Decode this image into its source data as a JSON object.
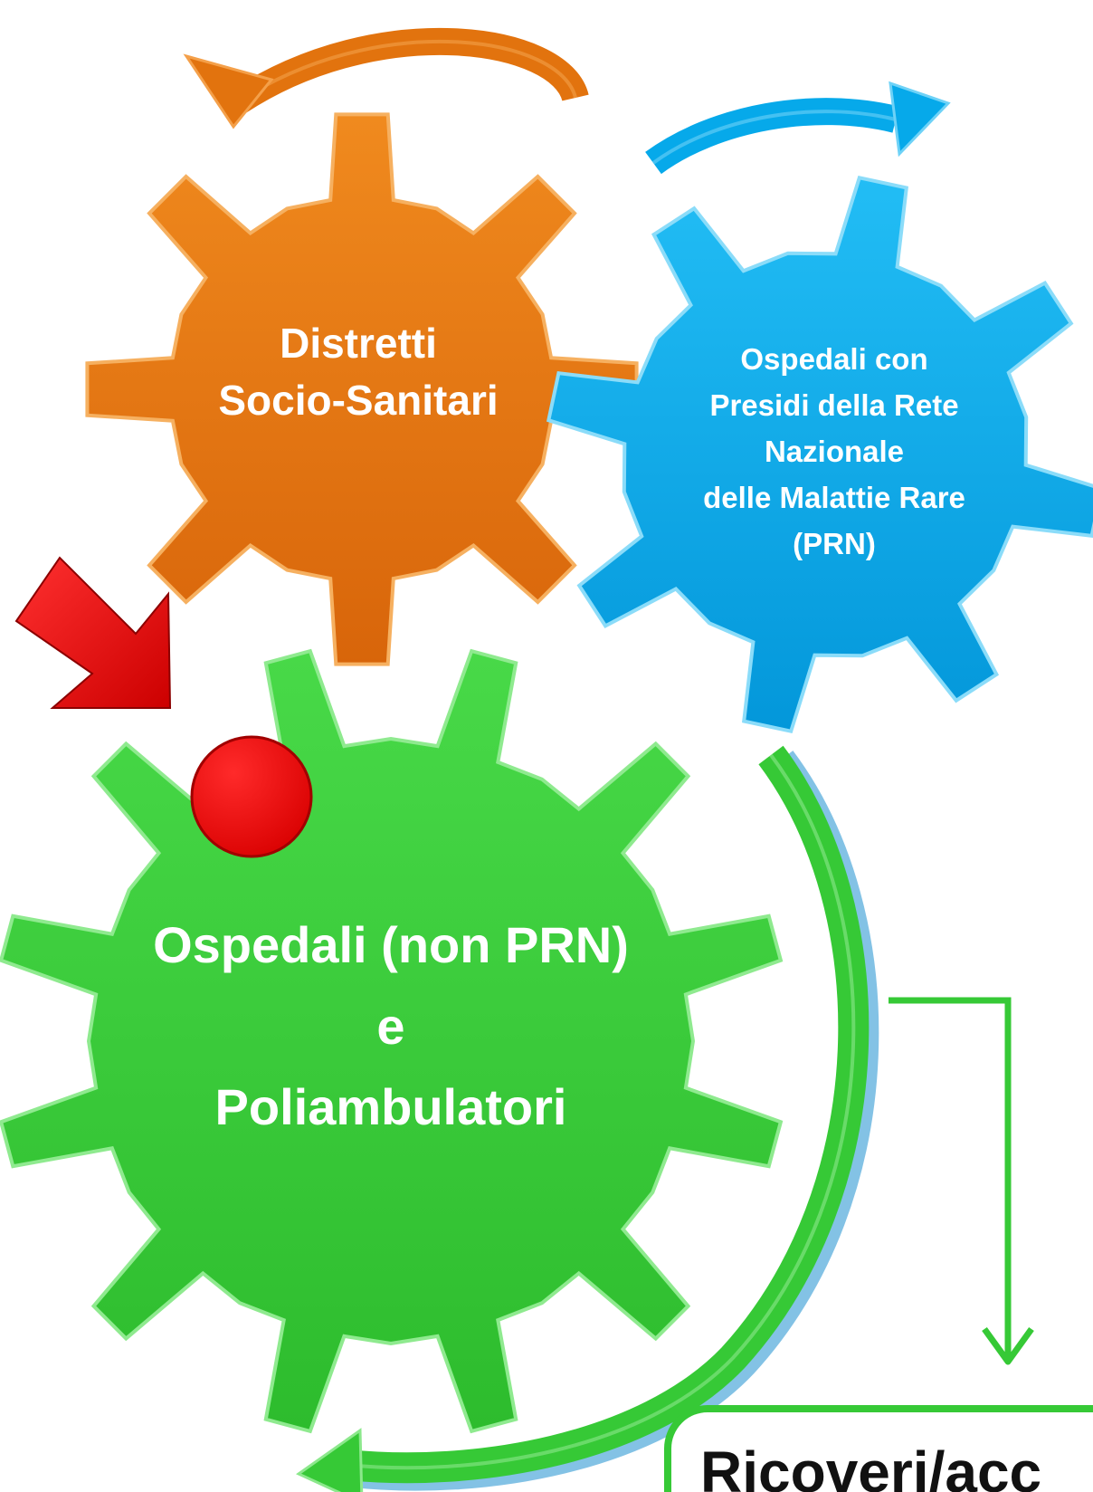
{
  "gears": {
    "orange": {
      "line1": "Distretti",
      "line2": "Socio-Sanitari",
      "color": "#E2730E"
    },
    "blue": {
      "line1": "Ospedali con",
      "line2": "Presidi della Rete",
      "line3": "Nazionale",
      "line4": "delle Malattie Rare",
      "line5": "(PRN)",
      "color": "#06A9EA"
    },
    "green": {
      "line1": "Ospedali  (non PRN)",
      "line2": "e",
      "line3": "Poliambulatori",
      "color": "#36C936"
    }
  },
  "marker_color": "#E8000B",
  "pointer_color": "#E8000B",
  "bottom_box": {
    "label": "Ricoveri/acc"
  }
}
